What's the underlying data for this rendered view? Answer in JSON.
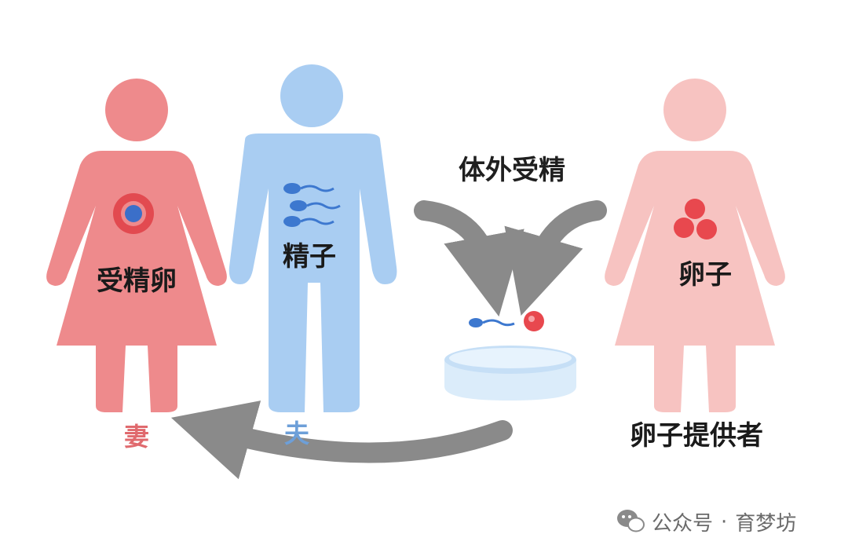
{
  "diagram": {
    "labels": {
      "fertilized_egg": "受精卵",
      "sperm": "精子",
      "egg": "卵子",
      "ivf": "体外受精",
      "wife": "妻",
      "husband": "夫",
      "egg_donor": "卵子提供者"
    },
    "watermark": {
      "platform": "公众号",
      "separator": "·",
      "account": "育梦坊"
    },
    "colors": {
      "wife": "#ee8a8c",
      "husband": "#a9cdf2",
      "donor": "#f7c3c1",
      "egg": "#e8484e",
      "sperm": "#3d78cf",
      "arrow": "#8a8a8a",
      "dish": "#dbecfa"
    },
    "icons": [
      "wechat-icon"
    ]
  }
}
